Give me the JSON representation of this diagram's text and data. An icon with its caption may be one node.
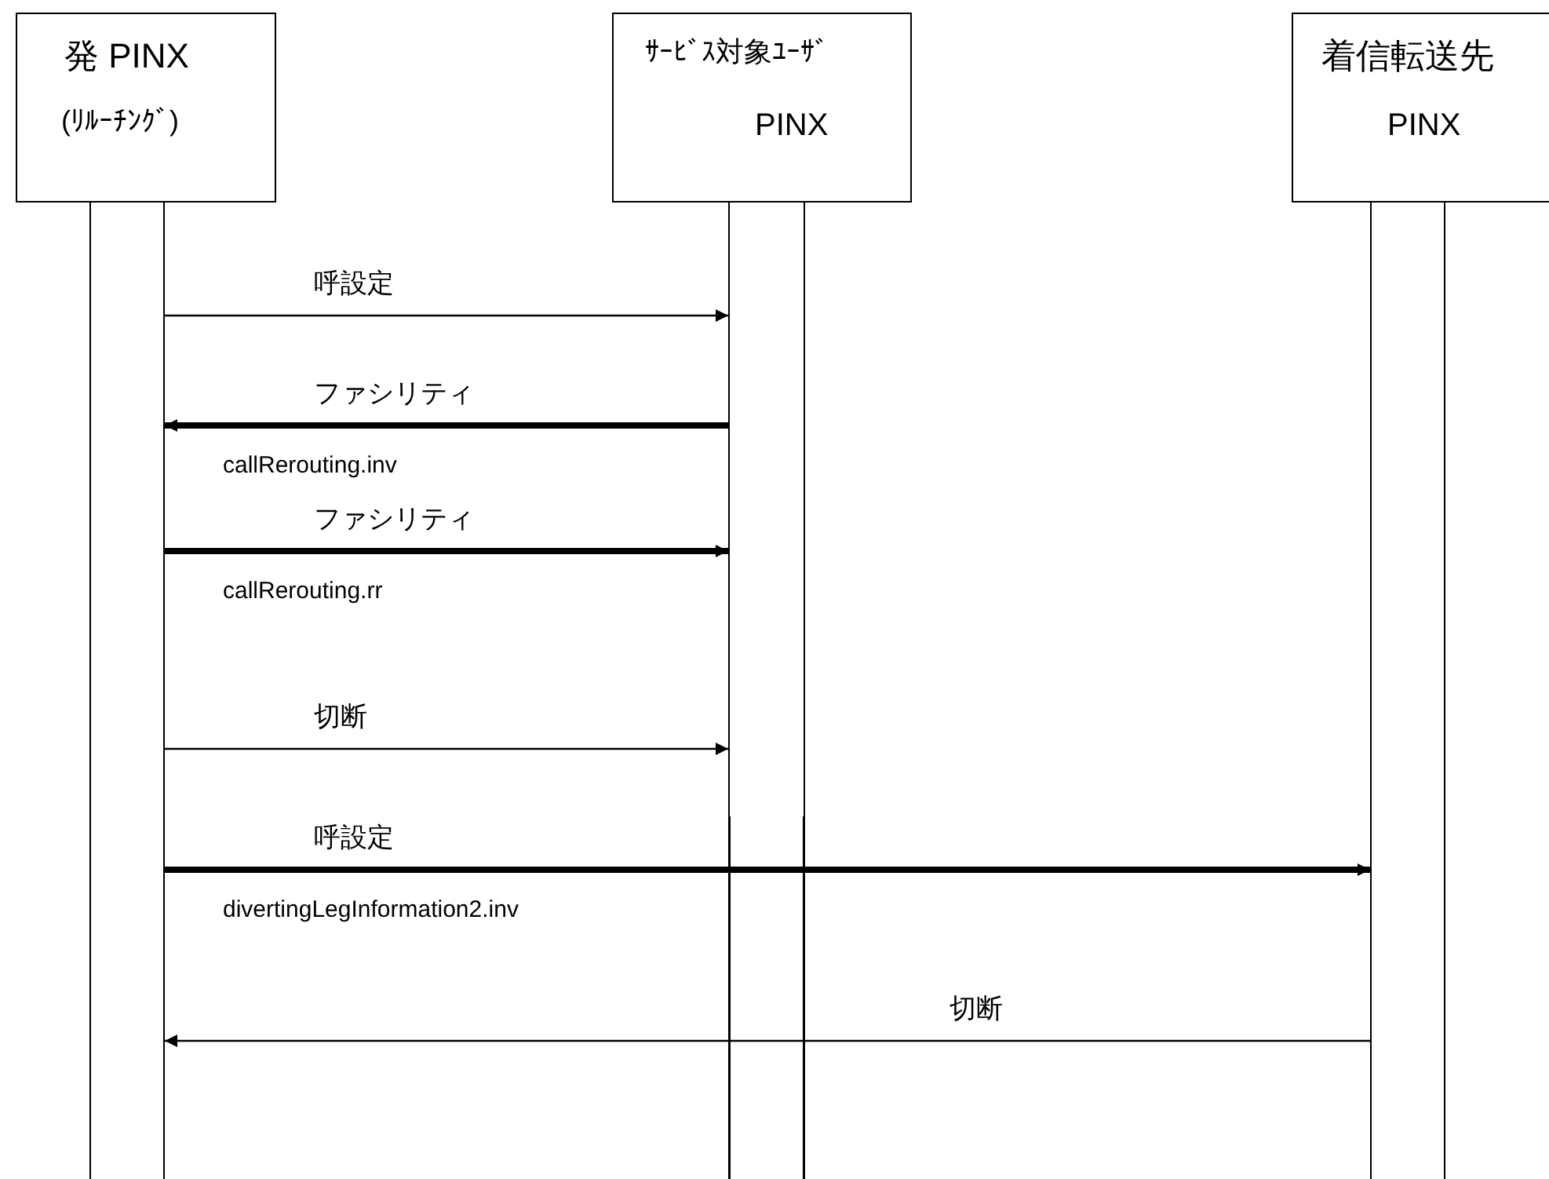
{
  "diagram": {
    "nodes": [
      {
        "text": [
          "発 PINX",
          "(ﾘﾙｰﾁﾝｸﾞ)"
        ]
      },
      {
        "text": [
          "ｻｰﾋﾞｽ対象ﾕｰｻﾞ",
          "PINX"
        ]
      },
      {
        "text": [
          "着信転送先",
          "PINX"
        ]
      },
      {
        "text": [],
        "shape": "bar"
      },
      {
        "text": [],
        "shape": "bar"
      },
      {
        "text": [],
        "shape": "bar"
      }
    ],
    "edges": [
      {
        "from": 3,
        "to": 4,
        "arrow": "to",
        "label": "呼設定"
      },
      {
        "from": 4,
        "to": 3,
        "arrow": "to",
        "label": "ファシリティ",
        "style": "thick"
      },
      {
        "from": 3,
        "to": 4,
        "arrow": "to",
        "label": "ファシリティ",
        "style": "thick"
      },
      {
        "from": 3,
        "to": 4,
        "arrow": "to",
        "label": "切断"
      },
      {
        "from": 3,
        "to": 5,
        "arrow": "to",
        "label": "呼設定",
        "style": "thick"
      },
      {
        "from": 5,
        "to": 3,
        "arrow": "to",
        "label": "切断"
      }
    ],
    "labels": [
      "callRerouting.inv",
      "callRerouting.rr",
      "divertingLegInformation2.inv"
    ]
  }
}
